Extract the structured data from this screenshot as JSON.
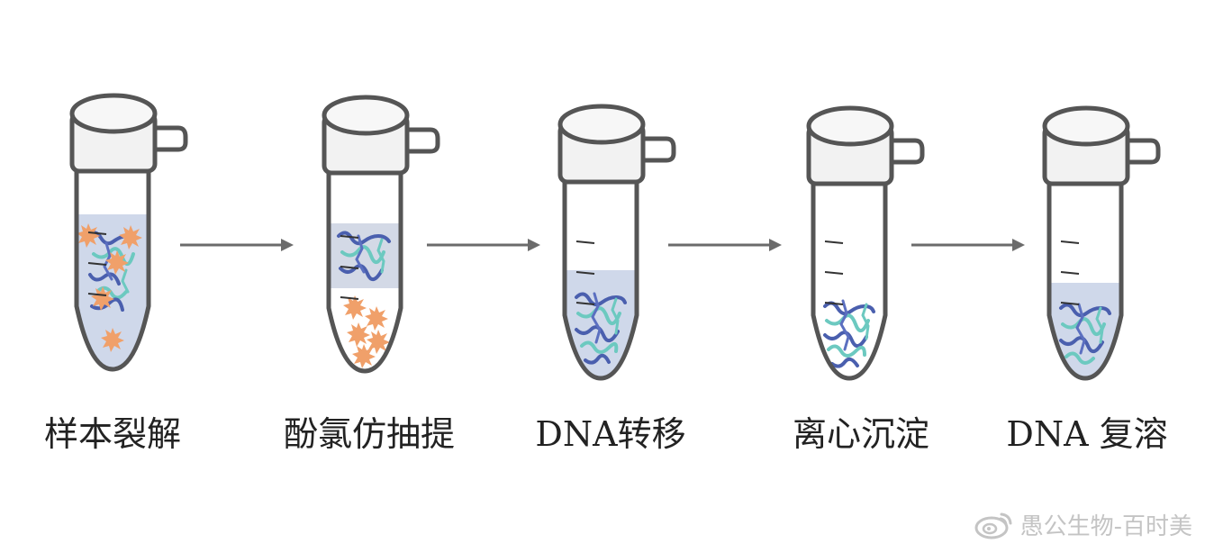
{
  "steps": [
    {
      "label": "样本裂解"
    },
    {
      "label": "酚氯仿抽提"
    },
    {
      "label": "DNA转移"
    },
    {
      "label": "离心沉淀"
    },
    {
      "label": "DNA 复溶"
    }
  ],
  "watermark": {
    "text": "愚公生物-百时美",
    "icon": "weibo-icon"
  },
  "colors": {
    "tube_outline": "#555555",
    "cap_fill": "#f2f2f2",
    "liquid": "#cfd8ea",
    "debris": "#f0a06a",
    "dna_blue": "#4a5fae",
    "dna_teal": "#6cc9c0",
    "arrow": "#6b6b6b",
    "label_text": "#222222",
    "watermark": "#c4c4c4"
  }
}
